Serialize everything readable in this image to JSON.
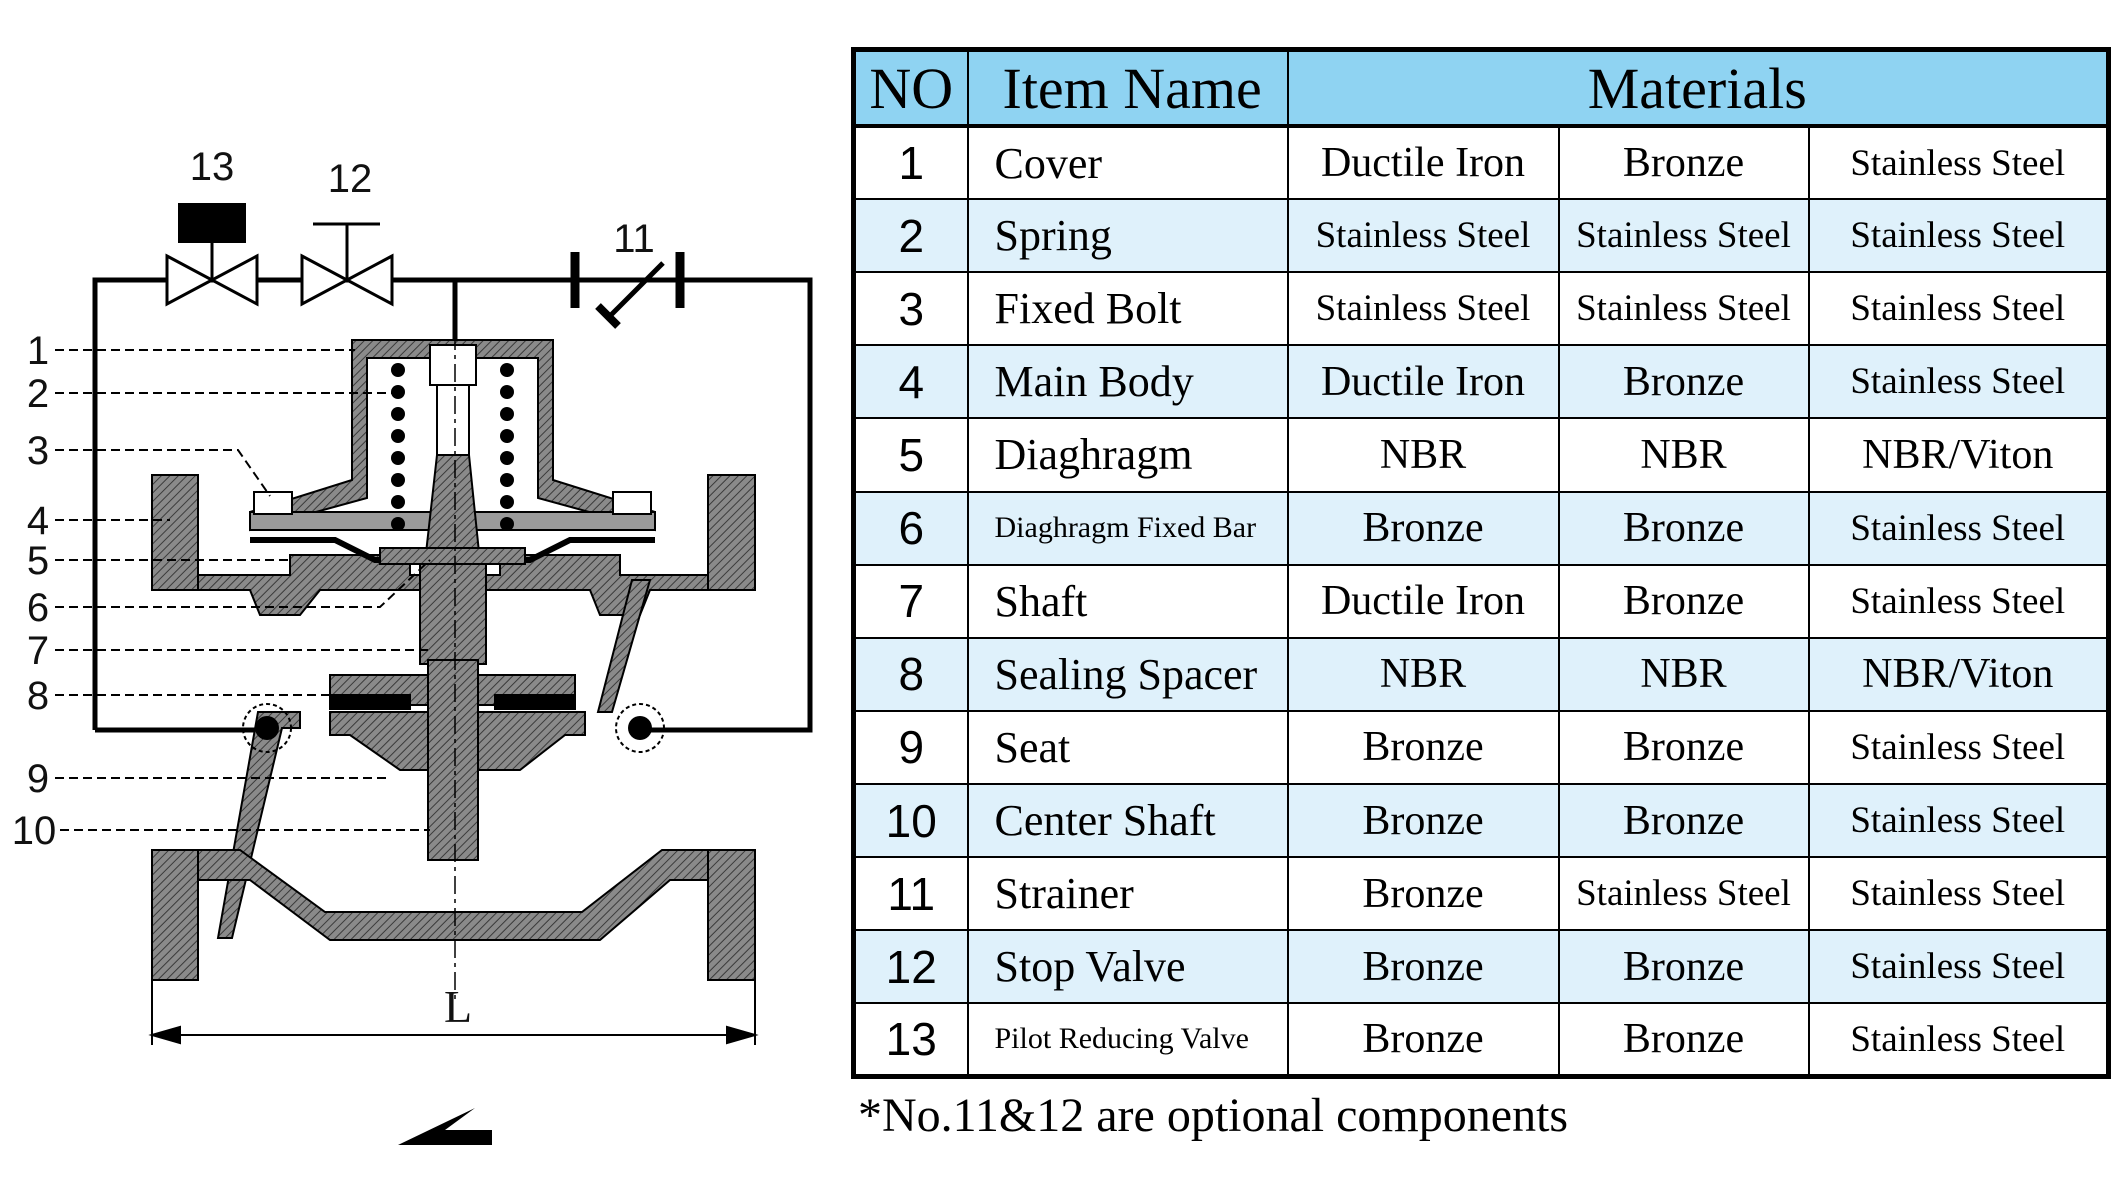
{
  "diagram": {
    "callouts": [
      "1",
      "2",
      "3",
      "4",
      "5",
      "6",
      "7",
      "8",
      "9",
      "10",
      "11",
      "12",
      "13"
    ],
    "dimension_label": "L"
  },
  "table": {
    "headers": {
      "no": "NO",
      "item_name": "Item Name",
      "materials": "Materials"
    },
    "rows": [
      {
        "no": "1",
        "name": "Cover",
        "materials": [
          "Ductile Iron",
          "Bronze",
          "Stainless Steel"
        ]
      },
      {
        "no": "2",
        "name": "Spring",
        "materials": [
          "Stainless Steel",
          "Stainless Steel",
          "Stainless Steel"
        ]
      },
      {
        "no": "3",
        "name": "Fixed Bolt",
        "materials": [
          "Stainless Steel",
          "Stainless Steel",
          "Stainless Steel"
        ]
      },
      {
        "no": "4",
        "name": "Main Body",
        "materials": [
          "Ductile Iron",
          "Bronze",
          "Stainless Steel"
        ]
      },
      {
        "no": "5",
        "name": "Diaghragm",
        "materials": [
          "NBR",
          "NBR",
          "NBR/Viton"
        ]
      },
      {
        "no": "6",
        "name": "Diaghragm Fixed Bar",
        "materials": [
          "Bronze",
          "Bronze",
          "Stainless Steel"
        ]
      },
      {
        "no": "7",
        "name": "Shaft",
        "materials": [
          "Ductile Iron",
          "Bronze",
          "Stainless Steel"
        ]
      },
      {
        "no": "8",
        "name": "Sealing Spacer",
        "materials": [
          "NBR",
          "NBR",
          "NBR/Viton"
        ]
      },
      {
        "no": "9",
        "name": "Seat",
        "materials": [
          "Bronze",
          "Bronze",
          "Stainless Steel"
        ]
      },
      {
        "no": "10",
        "name": "Center Shaft",
        "materials": [
          "Bronze",
          "Bronze",
          "Stainless Steel"
        ]
      },
      {
        "no": "11",
        "name": "Strainer",
        "materials": [
          "Bronze",
          "Stainless Steel",
          "Stainless Steel"
        ]
      },
      {
        "no": "12",
        "name": "Stop Valve",
        "materials": [
          "Bronze",
          "Bronze",
          "Stainless Steel"
        ]
      },
      {
        "no": "13",
        "name": "Pilot Reducing Valve",
        "materials": [
          "Bronze",
          "Bronze",
          "Stainless Steel"
        ]
      }
    ]
  },
  "footnote": "*No.11&12 are optional components",
  "colors": {
    "header_bg": "#8fd3f2",
    "alt_row_bg": "#dff1fb",
    "hatch": "#555555"
  }
}
